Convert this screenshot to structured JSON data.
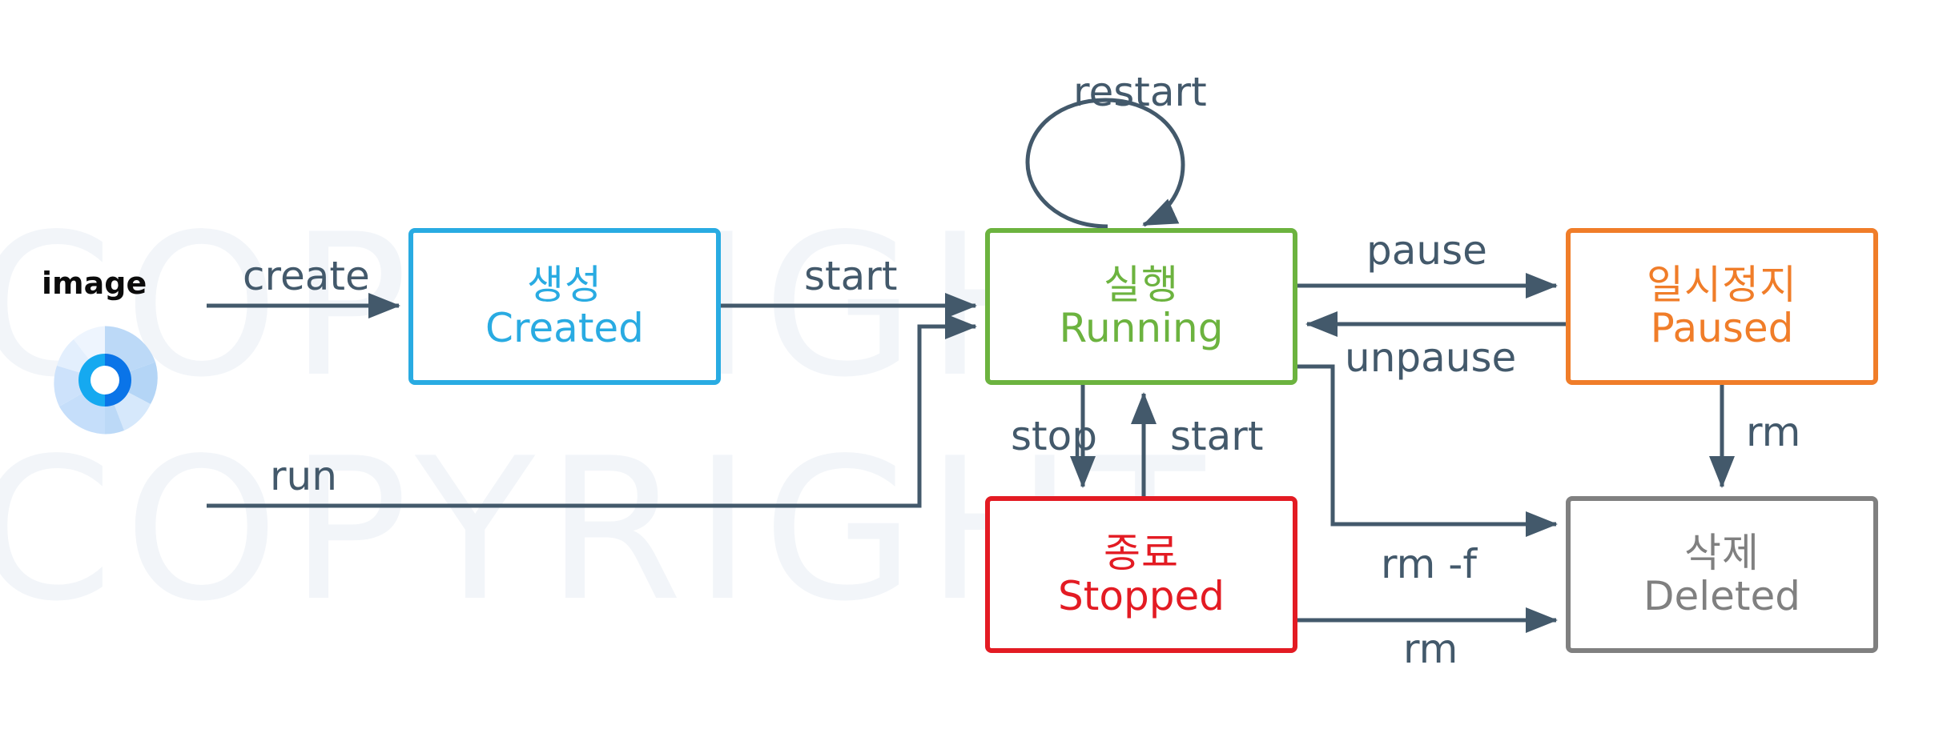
{
  "diagram": {
    "title": "Docker container lifecycle state diagram",
    "watermark": "COPYRIGHT",
    "source": {
      "label": "image",
      "icon": "disc-icon"
    },
    "colors": {
      "created": "#29abe2",
      "running": "#6cb33f",
      "paused": "#f07d29",
      "stopped": "#e31b23",
      "deleted": "#808080",
      "edge": "#43596b",
      "background": "#ffffff",
      "watermark": "#f2f5f9"
    },
    "states": [
      {
        "id": "created",
        "ko": "생성",
        "en": "Created",
        "color": "#29abe2"
      },
      {
        "id": "running",
        "ko": "실행",
        "en": "Running",
        "color": "#6cb33f"
      },
      {
        "id": "paused",
        "ko": "일시정지",
        "en": "Paused",
        "color": "#f07d29"
      },
      {
        "id": "stopped",
        "ko": "종료",
        "en": "Stopped",
        "color": "#e31b23"
      },
      {
        "id": "deleted",
        "ko": "삭제",
        "en": "Deleted",
        "color": "#808080"
      }
    ],
    "transitions": [
      {
        "id": "create",
        "label": "create",
        "from": "image",
        "to": "created"
      },
      {
        "id": "start",
        "label": "start",
        "from": "created",
        "to": "running"
      },
      {
        "id": "run",
        "label": "run",
        "from": "image",
        "to": "running"
      },
      {
        "id": "restart",
        "label": "restart",
        "from": "running",
        "to": "running"
      },
      {
        "id": "pause",
        "label": "pause",
        "from": "running",
        "to": "paused"
      },
      {
        "id": "unpause",
        "label": "unpause",
        "from": "paused",
        "to": "running"
      },
      {
        "id": "stop",
        "label": "stop",
        "from": "running",
        "to": "stopped"
      },
      {
        "id": "start2",
        "label": "start",
        "from": "stopped",
        "to": "running"
      },
      {
        "id": "rm-force",
        "label": "rm -f",
        "from": "running",
        "to": "deleted"
      },
      {
        "id": "rm-paused",
        "label": "rm",
        "from": "paused",
        "to": "deleted"
      },
      {
        "id": "rm",
        "label": "rm",
        "from": "stopped",
        "to": "deleted"
      }
    ]
  }
}
